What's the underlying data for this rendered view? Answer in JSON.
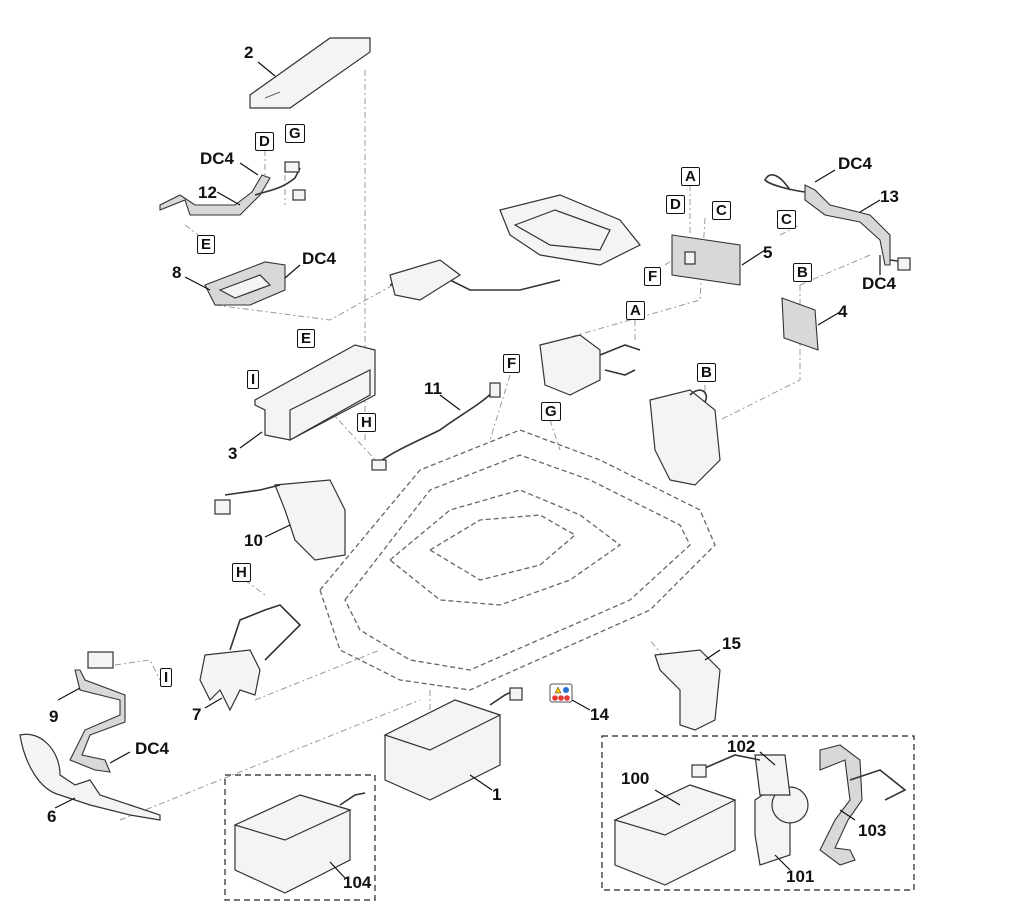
{
  "diagram": {
    "type": "exploded-parts-diagram",
    "part_numbers": [
      "1",
      "2",
      "3",
      "4",
      "5",
      "6",
      "7",
      "8",
      "9",
      "10",
      "11",
      "12",
      "13",
      "14",
      "15",
      "100",
      "101",
      "102",
      "103",
      "104"
    ],
    "connector_labels": [
      "A",
      "B",
      "C",
      "D",
      "E",
      "F",
      "G",
      "H",
      "I"
    ],
    "connector_code": "DC4",
    "labels": {
      "p1": "1",
      "p2": "2",
      "p3": "3",
      "p4": "4",
      "p5": "5",
      "p6": "6",
      "p7": "7",
      "p8": "8",
      "p9": "9",
      "p10": "10",
      "p11": "11",
      "p12": "12",
      "p13": "13",
      "p14": "14",
      "p15": "15",
      "p100": "100",
      "p101": "101",
      "p102": "102",
      "p103": "103",
      "p104": "104",
      "A": "A",
      "B": "B",
      "C": "C",
      "D": "D",
      "E": "E",
      "F": "F",
      "G": "G",
      "H": "H",
      "I": "I",
      "dc4": "DC4"
    },
    "warning_label_icons": [
      "warning-triangle-icon",
      "read-manual-icon",
      "no-hands-icon",
      "no-feet-icon",
      "no-riding-icon"
    ]
  }
}
